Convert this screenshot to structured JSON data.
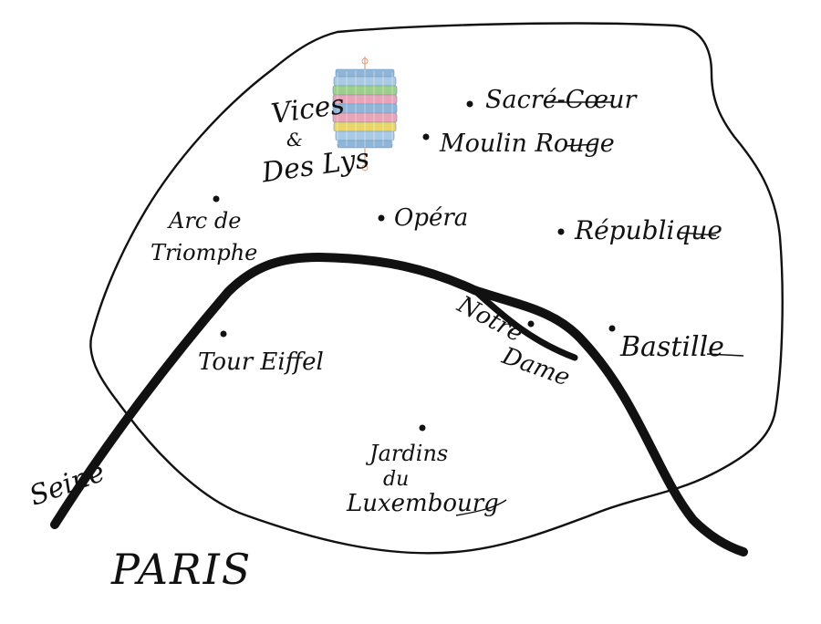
{
  "map": {
    "city_label": "PARIS",
    "river_label": "Seine",
    "shop_label_line1": "Vices",
    "shop_label_line2": "&",
    "shop_label_line3": "Des Lys",
    "landmarks": [
      {
        "id": "sacre-coeur",
        "label": "Sacré-Cœur"
      },
      {
        "id": "moulin-rouge",
        "label": "Moulin Rouge"
      },
      {
        "id": "arc-de-triomphe",
        "label_line1": "Arc de",
        "label_line2": "Triomphe"
      },
      {
        "id": "opera",
        "label": "Opéra"
      },
      {
        "id": "republique",
        "label": "République"
      },
      {
        "id": "notre-dame",
        "label_line1": "Notre",
        "label_line2": "Dame"
      },
      {
        "id": "bastille",
        "label": "Bastille"
      },
      {
        "id": "tour-eiffel",
        "label": "Tour Eiffel"
      },
      {
        "id": "jardins-du-luxembourg",
        "label_line1": "Jardins",
        "label_line2": "du",
        "label_line3": "Luxembourg"
      }
    ]
  },
  "colors": {
    "ink": "#111111",
    "background": "#ffffff",
    "lantern_blue": "#8fb6d8",
    "lantern_pink": "#e8a4b8",
    "lantern_green": "#9ccf8a",
    "lantern_yellow": "#e9d66b"
  },
  "icons": {
    "shop_marker": "paper-lantern-icon"
  }
}
